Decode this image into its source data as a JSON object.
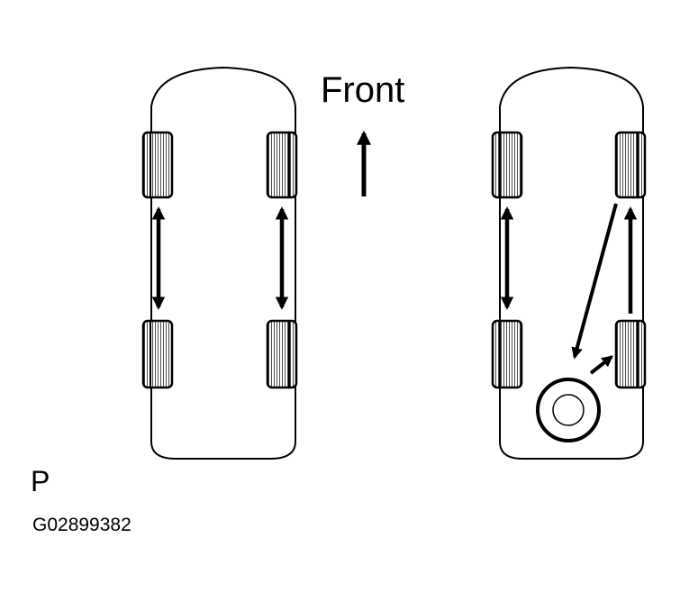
{
  "labels": {
    "front": "Front",
    "variant": "P",
    "figure_code": "G02899382"
  },
  "colors": {
    "ink": "#000000",
    "background": "#ffffff"
  }
}
